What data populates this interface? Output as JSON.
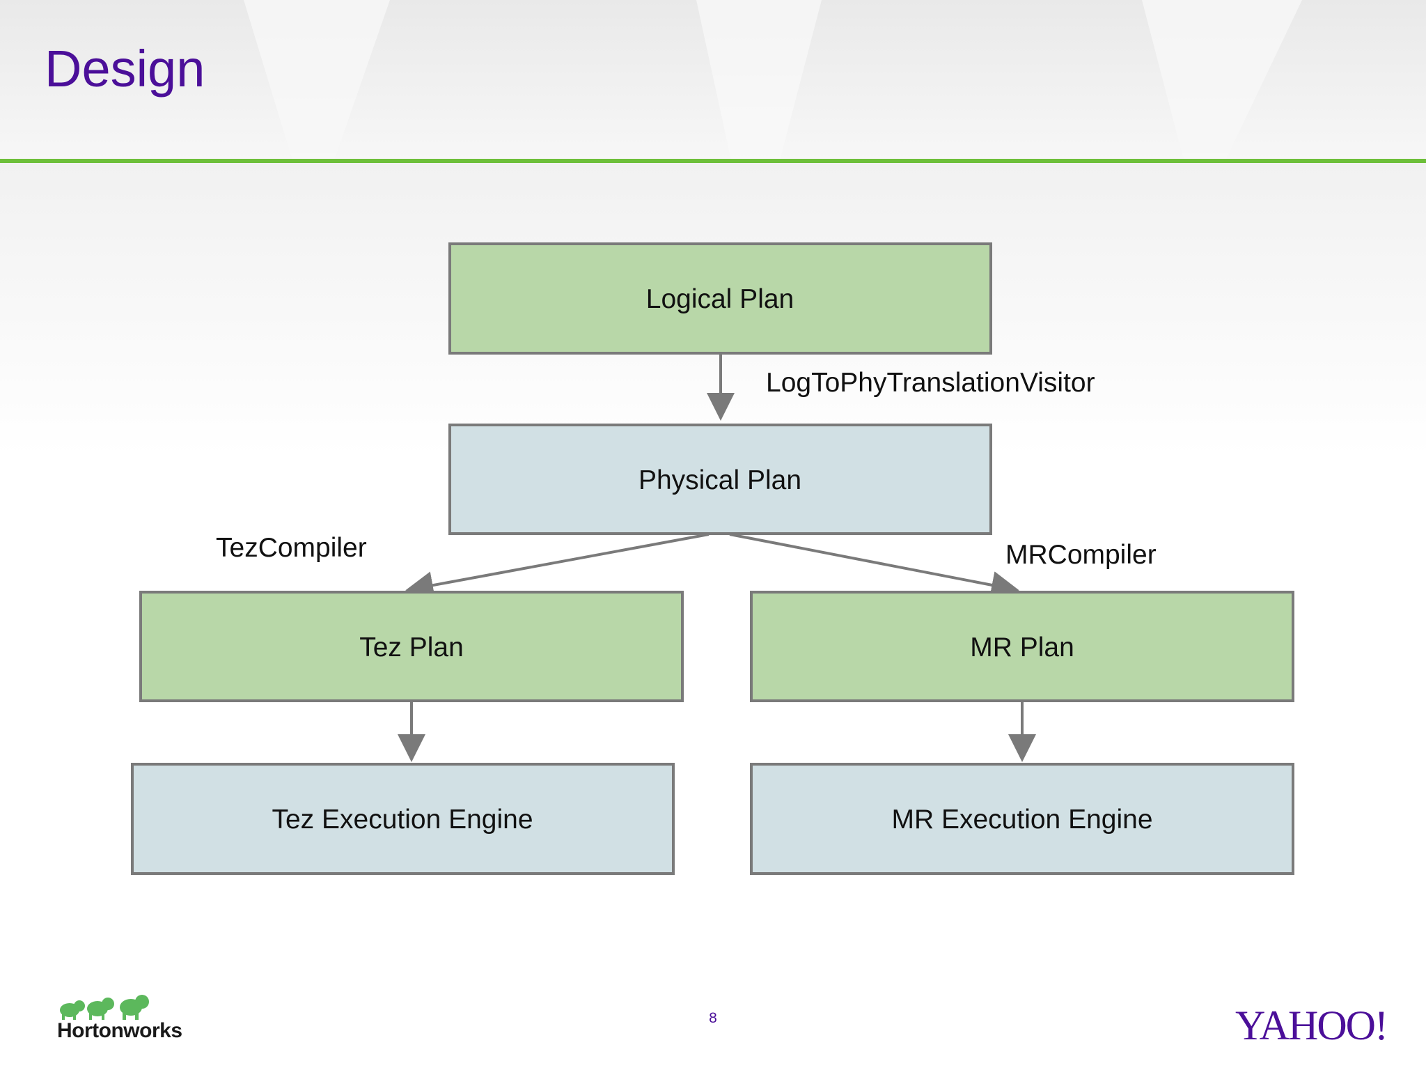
{
  "slide": {
    "title": "Design",
    "page_number": "8"
  },
  "diagram": {
    "nodes": {
      "logical": "Logical Plan",
      "physical": "Physical Plan",
      "tez": "Tez Plan",
      "mr": "MR Plan",
      "tez_engine": "Tez Execution Engine",
      "mr_engine": "MR Execution Engine"
    },
    "edges": {
      "logical_to_physical": "LogToPhyTranslationVisitor",
      "physical_to_tez": "TezCompiler",
      "physical_to_mr": "MRCompiler"
    },
    "colors": {
      "plan_fill": "#b8d7a8",
      "engine_fill": "#d1e0e4",
      "border": "#7a7a7a",
      "arrow": "#7a7a7a"
    }
  },
  "logos": {
    "left": "Hortonworks",
    "right": "YAHOO!",
    "left_icon": "elephant-herd-icon"
  },
  "colors": {
    "title": "#4b0f99",
    "rule": "#6dbf3a"
  }
}
